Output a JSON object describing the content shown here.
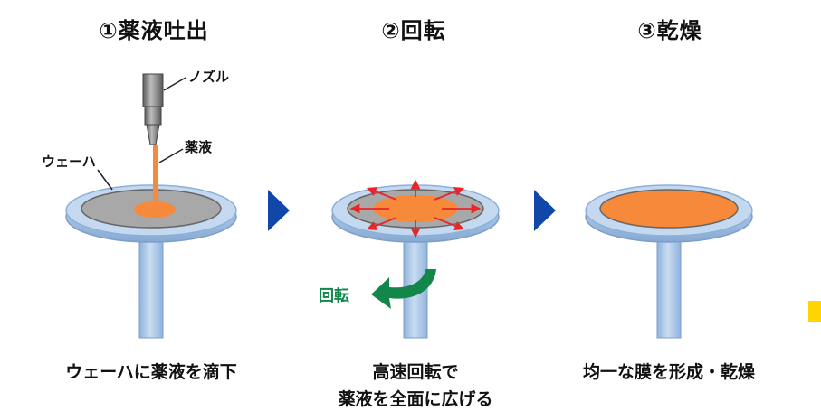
{
  "steps": [
    {
      "title": "①薬液吐出",
      "caption_line1": "ウェーハに薬液を滴下",
      "caption_line2": ""
    },
    {
      "title": "②回転",
      "caption_line1": "高速回転で",
      "caption_line2": "薬液を全面に広げる"
    },
    {
      "title": "③乾燥",
      "caption_line1": "均一な膜を形成・乾燥",
      "caption_line2": ""
    }
  ],
  "labels": {
    "nozzle": "ノズル",
    "chemical": "薬液",
    "wafer": "ウェーハ",
    "rotation": "回転"
  },
  "colors": {
    "chemical_orange": "#f7893a",
    "wafer_gray": "#a8a8a8",
    "chuck_blue": "#a9c6e6",
    "arrow_blue": "#1147a8",
    "rotation_green": "#13864a",
    "spread_red": "#e8262a"
  },
  "icons": [
    "step-arrow-icon",
    "rotation-arrow-icon",
    "spread-arrow-icon"
  ]
}
